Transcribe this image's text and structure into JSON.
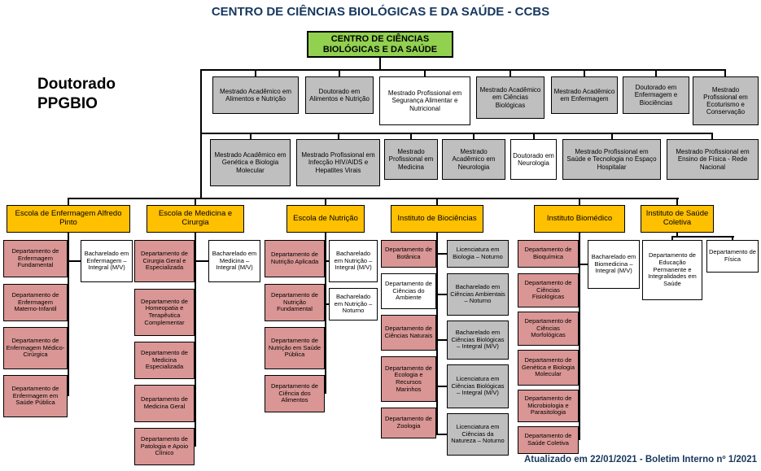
{
  "header": {
    "title": "CENTRO DE CIÊNCIAS BIOLÓGICAS E DA SAÚDE - CCBS"
  },
  "side_label": "Doutorado\nPPGBIO",
  "root": "CENTRO DE CIÊNCIAS BIOLÓGICAS E DA SAÚDE",
  "programs_row1": [
    "Mestrado Acadêmico em Alimentos e Nutrição",
    "Doutorado em Alimentos e Nutrição",
    "Mestrado Profissional em Segurança Alimentar e Nutricional",
    "Mestrado Acadêmico em Ciências Biológicas",
    "Mestrado Acadêmico em Enfermagem",
    "Doutorado em Enfermagem e Biociências",
    "Mestrado Profissional em Ecoturismo e Conservação"
  ],
  "programs_row2": [
    "Mestrado Acadêmico em Genética e Biologia Molecular",
    "Mestrado Profissional em Infecção HIV/AIDS e Hepatites Virais",
    "Mestrado Profissional em Medicina",
    "Mestrado Acadêmico em Neurologia",
    "Doutorado em Neurologia",
    "Mestrado Profissional em Saúde e Tecnologia no Espaço Hospitalar",
    "Mestrado Profissional em Ensino de Física - Rede Nacional"
  ],
  "units": [
    {
      "name": "Escola de Enfermagem Alfredo Pinto",
      "departments": [
        "Departamento de Enfermagem Fundamental",
        "Departamento de Enfermagem Materno-Infantil",
        "Departamento de Enfermagem Médico-Cirúrgica",
        "Departamento de Enfermagem em Saúde Pública"
      ],
      "courses": [
        "Bacharelado em Enfermagem – Integral (M/V)"
      ]
    },
    {
      "name": "Escola de Medicina e Cirurgia",
      "departments": [
        "Departamento de Cirurgia Geral e Especializada",
        "Departamento de Homeopatia e Terapêutica Complementar",
        "Departamento de Medicina Especializada",
        "Departamento de Medicina Geral",
        "Departamento de Patologia e Apoio Clínico"
      ],
      "courses": [
        "Bacharelado em Medicina – Integral (M/V)"
      ]
    },
    {
      "name": "Escola de Nutrição",
      "departments": [
        "Departamento de Nutrição Aplicada",
        "Departamento de Nutrição Fundamental",
        "Departamento de Nutrição em Saúde Pública",
        "Departamento de Ciência dos Alimentos"
      ],
      "courses": [
        "Bacharelado em Nutrição – Integral (M/V)",
        "Bacharelado em Nutrição – Noturno"
      ]
    },
    {
      "name": "Instituto de Biociências",
      "departments": [
        "Departamento de Botânica",
        "Departamento de Ciências do Ambiente",
        "Departamento de Ciências Naturais",
        "Departamento de Ecologia e Recursos Marinhos",
        "Departamento de Zoologia"
      ],
      "courses": [
        "Licenciatura em Biologia – Noturno",
        "Bacharelado em Ciências Ambientais – Noturno",
        "Bacharelado em Ciências Biológicas – Integral (M/V)",
        "Licenciatura em Ciências Biológicas – Integral (M/V)",
        "Licenciatura em Ciências da Natureza – Noturno"
      ]
    },
    {
      "name": "Instituto Biomédico",
      "departments": [
        "Departamento de Bioquímica",
        "Departamento de Ciências Fisiológicas",
        "Departamento de Ciências Morfológicas",
        "Departamento de Genética e Biologia Molecular",
        "Departamento de Microbiologia e Parasitologia",
        "Departamento de Saúde Coletiva"
      ],
      "courses": [
        "Bacharelado em Biomedicina – Integral (M/V)"
      ]
    },
    {
      "name": "Instituto de Saúde Coletiva",
      "departments": [
        "Departamento de Educação Permanente e Integralidades em Saúde",
        "Departamento de Física"
      ],
      "courses": []
    }
  ],
  "footer": {
    "text": "Atualizado em 22/01/2021 - Boletim Interno nº 1/2021"
  },
  "colors": {
    "root_green": "#92D050",
    "program_gray": "#BFBFBF",
    "unit_yellow": "#FFC000",
    "department_pink": "#D99694",
    "title_navy": "#17375E",
    "line_black": "#000000"
  }
}
